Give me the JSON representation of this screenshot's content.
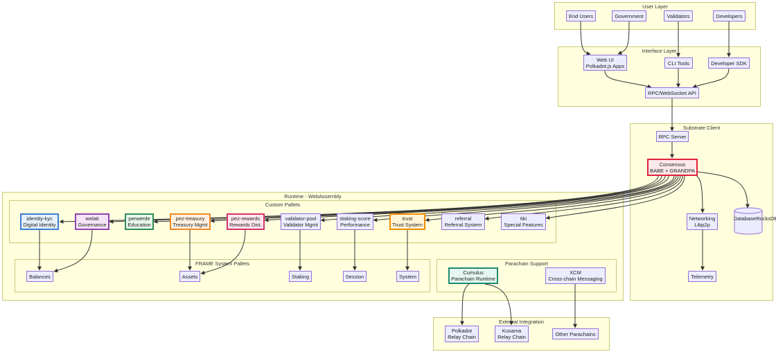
{
  "clusters": {
    "user": "User Layer",
    "interface": "Interface Layer",
    "substrate": "Substrate Client",
    "runtime": "Runtime - WebAssembly",
    "custom": "Custom Pallets",
    "frame": "FRAME System Pallets",
    "parachain": "Parachain Support",
    "external": "External Integration"
  },
  "nodes": {
    "end_users": [
      "End Users"
    ],
    "government": [
      "Government"
    ],
    "validators": [
      "Validators"
    ],
    "developers": [
      "Developers"
    ],
    "web_ui": [
      "Web UI",
      "Polkadot.js Apps"
    ],
    "cli": [
      "CLI Tools"
    ],
    "sdk": [
      "Developer SDK"
    ],
    "rpc_api": [
      "RPC/WebSocket API"
    ],
    "rpc_server": [
      "RPC Server"
    ],
    "consensus": [
      "Consensus",
      "BABE + GRANDPA"
    ],
    "networking": [
      "Networking",
      "Libp2p"
    ],
    "database": [
      "Database",
      "RocksDB"
    ],
    "telemetry": [
      "Telemetry"
    ],
    "identity_kyc": [
      "identity-kyc",
      "Digital Identity"
    ],
    "welati": [
      "welati",
      "Governance"
    ],
    "perwerde": [
      "perwerde",
      "Education"
    ],
    "pez_treasury": [
      "pez-treasury",
      "Treasury Mgmt"
    ],
    "pez_rewards": [
      "pez-rewards",
      "Rewards Dist."
    ],
    "validator_pool": [
      "validator-pool",
      "Validator Mgmt"
    ],
    "staking_score": [
      "staking-score",
      "Performance"
    ],
    "trust": [
      "trust",
      "Trust System"
    ],
    "referral": [
      "referral",
      "Referral System"
    ],
    "tiki": [
      "tiki",
      "Special Features"
    ],
    "balances": [
      "Balances"
    ],
    "assets": [
      "Assets"
    ],
    "staking": [
      "Staking"
    ],
    "session": [
      "Session"
    ],
    "system": [
      "System"
    ],
    "cumulus": [
      "Cumulus",
      "Parachain Runtime"
    ],
    "xcm": [
      "XCM",
      "Cross-chain Messaging"
    ],
    "polkadot": [
      "Polkadot",
      "Relay Chain"
    ],
    "kusama": [
      "Kusama",
      "Relay Chain"
    ],
    "other_parachains": [
      "Other Parachains"
    ]
  }
}
